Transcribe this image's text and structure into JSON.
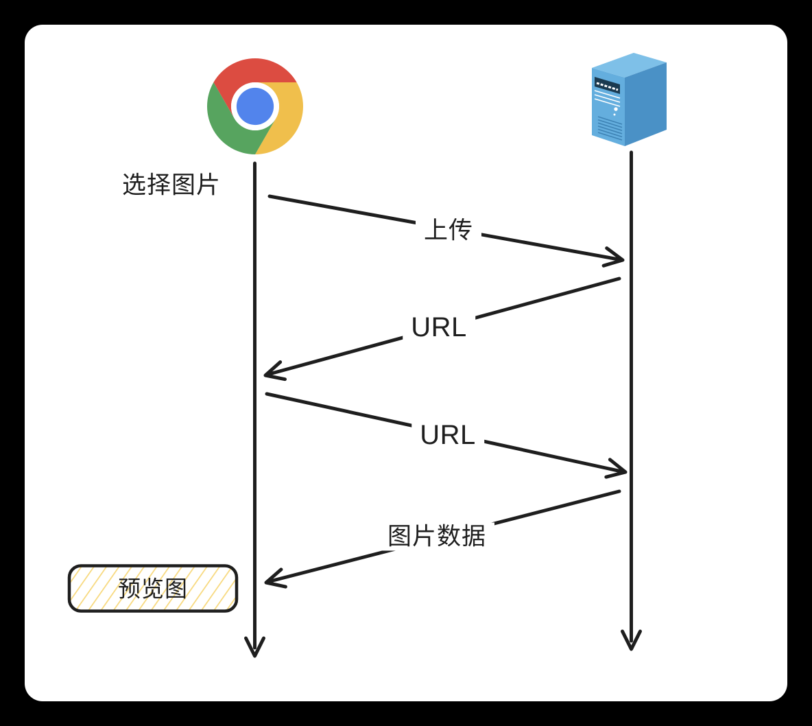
{
  "window": {
    "background": "#000000",
    "card_background": "#ffffff"
  },
  "actors": {
    "browser": {
      "icon": "chrome-icon"
    },
    "server": {
      "icon": "server-icon"
    }
  },
  "labels": {
    "select_image": "选择图片",
    "upload": "上传",
    "url_first": "URL",
    "url_second": "URL",
    "image_data": "图片数据",
    "preview": "预览图"
  },
  "colors": {
    "ink": "#1e1e1e",
    "chrome_red": "#DC4C41",
    "chrome_yellow": "#F0BF4C",
    "chrome_green": "#57A45F",
    "chrome_blue": "#5284EC",
    "chrome_white": "#FFFFFF",
    "server_top": "#7EC0E8",
    "server_front": "#64AEDE",
    "server_side": "#4A91C6",
    "server_bay": "#1B3A50",
    "server_vent": "#3E83B5",
    "hatch_yellow": "#F7D87B"
  }
}
